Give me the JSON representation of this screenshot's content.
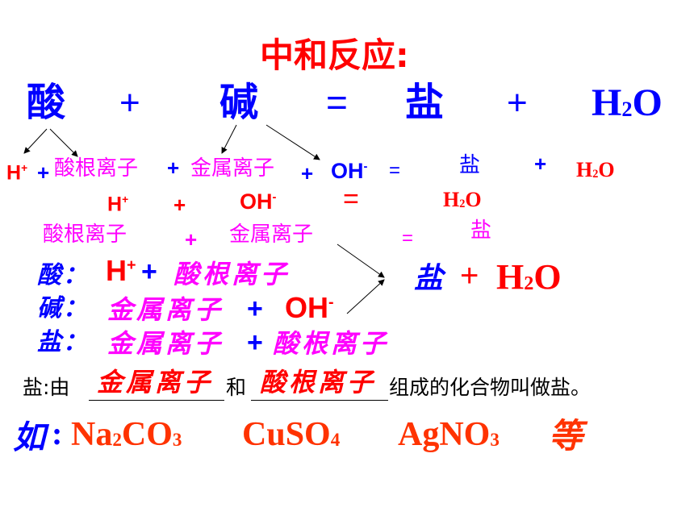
{
  "title": "中和反应:",
  "equation": {
    "acid": "酸",
    "plus1": "+",
    "base": "碱",
    "equals": "=",
    "salt": "盐",
    "plus2": "+",
    "water_h": "H",
    "water_2": "2",
    "water_o": "O"
  },
  "row1": {
    "h": "H",
    "h_charge": "+",
    "plus_a": "+",
    "acid_radical": "酸根离子",
    "plus_b": "+",
    "metal_ion": "金属离子",
    "plus_c": "+",
    "oh": "OH",
    "oh_charge": "-",
    "equals": "=",
    "salt": "盐",
    "plus_d": "+",
    "water_h": "H",
    "water_2": "2",
    "water_o": "O"
  },
  "row2": {
    "h": "H",
    "h_charge": "+",
    "plus": "+",
    "oh": "OH",
    "oh_charge": "-",
    "equals": "=",
    "water_h": "H",
    "water_2": "2",
    "water_o": "O"
  },
  "row3": {
    "acid_radical": "酸根离子",
    "plus": "+",
    "metal_ion": "金属离子",
    "equals": "=",
    "salt": "盐"
  },
  "composition": {
    "acid_label": "酸：",
    "acid_h": "H",
    "acid_h_charge": "+",
    "acid_plus": "+",
    "acid_radical": "酸根离子",
    "base_label": "碱：",
    "base_metal": "金属离子",
    "base_plus": "+",
    "base_oh": "OH",
    "base_oh_charge": "-",
    "salt_label": "盐：",
    "salt_metal": "金属离子",
    "salt_plus": "+",
    "salt_radical": "酸根离子",
    "result_salt": "盐",
    "result_plus": "+",
    "result_h": "H",
    "result_2": "2",
    "result_o": "O"
  },
  "definition": {
    "prefix": "盐:由",
    "blank1": "金属离子",
    "middle": "和",
    "blank2": "酸根离子",
    "suffix": "组成的化合物叫做盐。"
  },
  "examples": {
    "label": "如",
    "colon": ":",
    "ex1_a": "Na",
    "ex1_2": "2",
    "ex1_b": "CO",
    "ex1_3": "3",
    "ex2_a": "CuSO",
    "ex2_4": "4",
    "ex3_a": "AgNO",
    "ex3_3": "3",
    "etc": "等"
  }
}
